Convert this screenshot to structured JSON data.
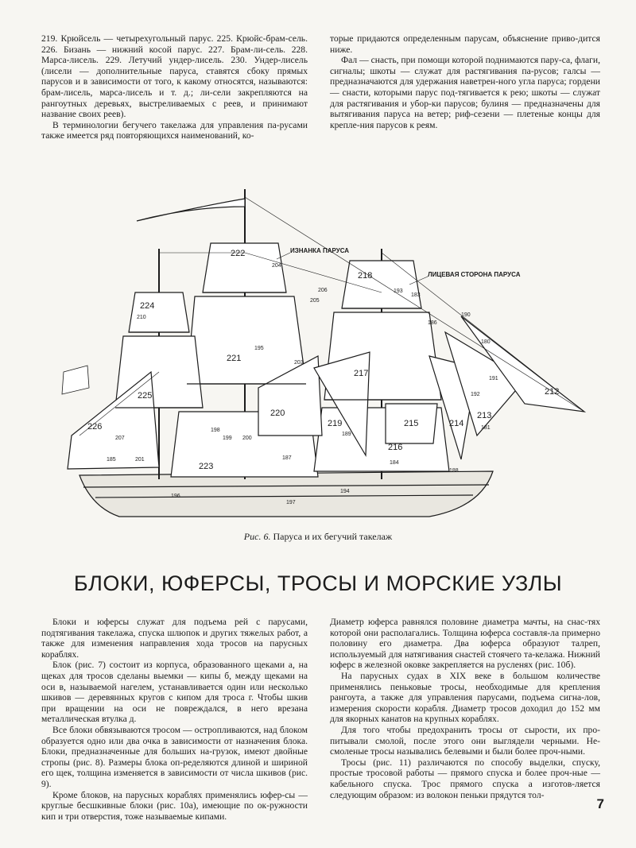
{
  "top_left": [
    "219. Крюйсель — четырехугольный парус. 225. Крюйс-брам-сель. 226. Бизань — нижний косой парус. 227. Брам-ли-сель. 228. Марса-лисель. 229. Летучий ундер-лисель. 230. Ундер-лисель (лисели — дополнительные паруса, ставятся сбоку прямых парусов и в зависимости от того, к какому относятся, называются: брам-лисель, марса-лисель и т. д.; ли-сели закрепляются на рангоутных деревьях, выстреливаемых с реев, и принимают название своих реев).",
    "В терминологии бегучего такелажа для управления па-русами также имеется ряд повторяющихся наименований, ко-"
  ],
  "top_right": [
    "торые придаются определенным парусам, объяснение приво-дится ниже.",
    "Фал — снасть, при помощи которой поднимаются пару-са, флаги, сигналы; шкоты — служат для растягивания па-русов; галсы — предназначаются для удержания наветрен-ного угла паруса; гордени — снасти, которыми парус под-тягивается к рею; шкоты — служат для растягивания и убор-ки парусов; булиня — предназначены для вытягивания паруса на ветер; риф-сезени — плетеные концы для крепле-ния парусов к реям."
  ],
  "figure": {
    "label_inner": "ИЗНАНКА ПАРУСА",
    "label_outer": "ЛИЦЕВАЯ СТОРОНА ПАРУСА",
    "sail_numbers": [
      "222",
      "218",
      "224",
      "221",
      "217",
      "225",
      "220",
      "219",
      "215",
      "212",
      "213",
      "214",
      "226",
      "216",
      "223"
    ],
    "line_numbers": [
      "204",
      "205",
      "206",
      "210",
      "195",
      "190",
      "186",
      "183",
      "180",
      "203",
      "191",
      "192",
      "198",
      "199",
      "200",
      "207",
      "201",
      "196",
      "197",
      "194",
      "193",
      "184",
      "185",
      "189",
      "181",
      "187",
      "188"
    ]
  },
  "caption": {
    "fig": "Рис. 6.",
    "text": "Паруса и их бегучий такелаж"
  },
  "heading": "БЛОКИ, ЮФЕРСЫ, ТРОСЫ И МОРСКИЕ УЗЛЫ",
  "bottom_left": [
    "Блоки и юферсы служат для подъема рей с парусами, подтягивания такелажа, спуска шлюпок и других тяжелых работ, а также для изменения направления хода тросов на парусных кораблях.",
    "Блок (рис. 7) состоит из корпуса, образованного щеками а, на щеках для тросов сделаны выемки — кипы б, между щеками на оси в, называемой нагелем, устанавливается один или несколько шкивов — деревянных кругов с кипом для троса г. Чтобы шкив при вращении на оси не повреждался, в него врезана металлическая втулка д.",
    "Все блоки обвязываются тросом — остропливаются, над блоком образуется одно или два очка в зависимости от назначения блока. Блоки, предназначенные для больших на-грузок, имеют двойные стропы (рис. 8). Размеры блока оп-ределяются длиной и шириной его щек, толщина изменяется в зависимости от числа шкивов (рис. 9).",
    "Кроме блоков, на парусных кораблях применялись юфер-сы — круглые бесшкивные блоки (рис. 10а), имеющие по ок-ружности кип и три отверстия, тоже называемые кипами."
  ],
  "bottom_right": [
    "Диаметр юферса равнялся половине диаметра мачты, на снас-тях которой они располагались. Толщина юферса составля-ла примерно половину его диаметра. Два юферса образуют талреп, используемый для натягивания снастей стоячего та-келажа. Нижний юферс в железной оковке закрепляется на русленях (рис. 10б).",
    "На парусных судах в XIX веке в большом количестве применялись пеньковые тросы, необходимые для крепления рангоута, а также для управления парусами, подъема сигна-лов, измерения скорости корабля. Диаметр тросов доходил до 152 мм для якорных канатов на крупных кораблях.",
    "Для того чтобы предохранить тросы от сырости, их про-питывали смолой, после этого они выглядели черными. Не-смоленые тросы назывались белевыми и были более проч-ными.",
    "Тросы (рис. 11) различаются по способу выделки, спуску, простые тросовой работы — прямого спуска и более проч-ные — кабельного спуска. Трос прямого спуска а изготов-ляется следующим образом: из волокон пеньки прядутся тол-"
  ],
  "page_number": "7",
  "colors": {
    "ink": "#1c1c1c",
    "paper": "#f7f6f2"
  }
}
